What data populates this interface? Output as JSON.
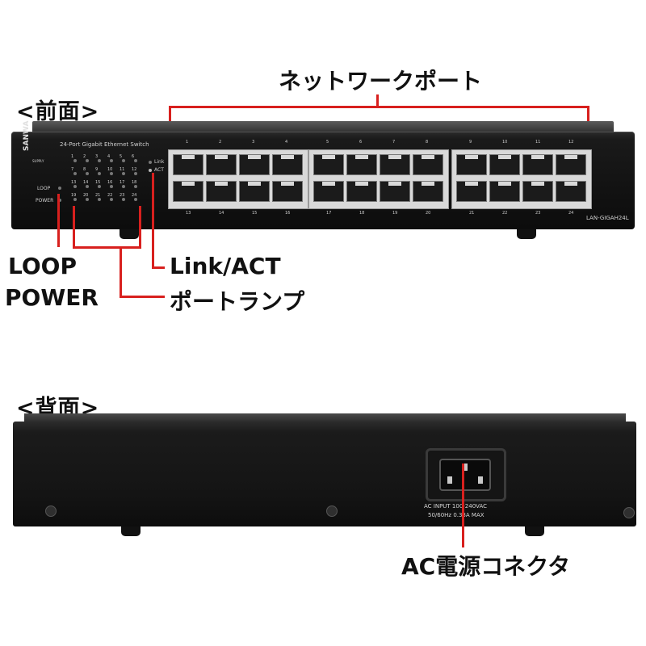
{
  "sections": {
    "front_label": "<前面>",
    "back_label": "<背面>"
  },
  "callouts": {
    "network_ports": "ネットワークポート",
    "loop": "LOOP",
    "power": "POWER",
    "link_act": "Link/ACT",
    "port_lamp": "ポートランプ",
    "ac_connector": "AC電源コネクタ"
  },
  "front_panel": {
    "brand": "SANWA",
    "brand_sub": "SUPPLY",
    "product_name": "24-Port Gigabit Ethernet Switch",
    "led_loop": "LOOP",
    "led_power": "POWER",
    "led_link": "Link",
    "led_act": "ACT",
    "model": "LAN-GIGAH24L",
    "led_numbers_top": [
      "1",
      "2",
      "3",
      "4",
      "5",
      "6"
    ],
    "led_numbers_2": [
      "7",
      "8",
      "9",
      "10",
      "11",
      "12"
    ],
    "led_numbers_3": [
      "13",
      "14",
      "15",
      "16",
      "17",
      "18"
    ],
    "led_numbers_bottom": [
      "19",
      "20",
      "21",
      "22",
      "23",
      "24"
    ],
    "port_numbers_top": [
      "1",
      "2",
      "3",
      "4",
      "5",
      "6",
      "7",
      "8",
      "9",
      "10",
      "11",
      "12"
    ],
    "port_numbers_bottom": [
      "13",
      "14",
      "15",
      "16",
      "17",
      "18",
      "19",
      "20",
      "21",
      "22",
      "23",
      "24"
    ]
  },
  "back_panel": {
    "ac_line1": "AC INPUT 100-240VAC",
    "ac_line2": "50/60Hz 0.33A MAX"
  },
  "colors": {
    "callout_line": "#d8201e",
    "device_body": "#151515",
    "port_frame": "#d9d9d9"
  }
}
